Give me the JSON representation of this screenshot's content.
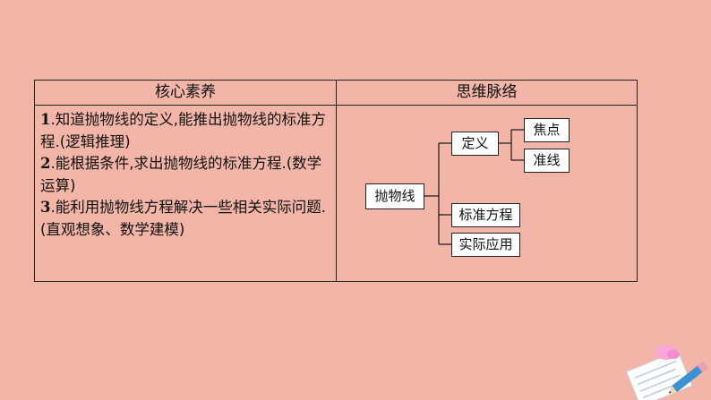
{
  "table": {
    "header_left": "核心素养",
    "header_right": "思维脉络",
    "items": [
      {
        "num": "1",
        "text": ".知道抛物线的定义,能推出抛物线的标准方程.(逻辑推理)"
      },
      {
        "num": "2",
        "text": ".能根据条件,求出抛物线的标准方程.(数学运算)"
      },
      {
        "num": "3",
        "text": ".能利用抛物线方程解决一些相关实际问题.(直观想象、数学建模)"
      }
    ]
  },
  "diagram": {
    "root": "抛物线",
    "definition": "定义",
    "focus": "焦点",
    "directrix": "准线",
    "standard_equation": "标准方程",
    "application": "实际应用"
  },
  "colors": {
    "background": "#f2b5a7",
    "box_fill": "#ffffff",
    "border": "#222222"
  }
}
